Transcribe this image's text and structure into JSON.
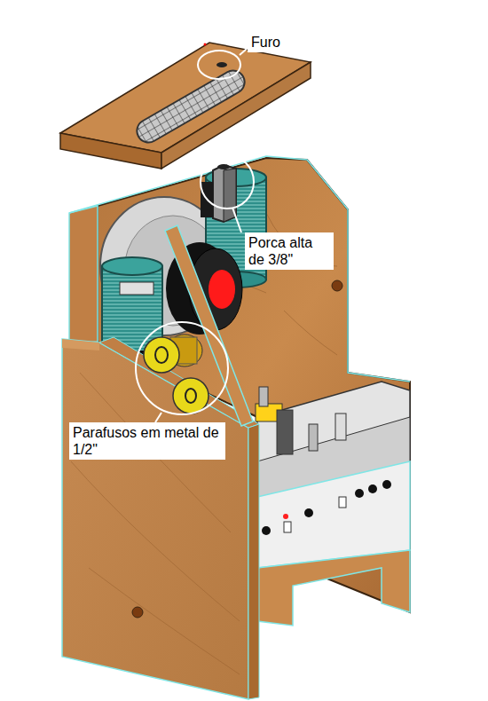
{
  "diagram": {
    "labels": [
      "Furo",
      "Porca alta de 3/8\"",
      "Parafusos em metal de 1/2\""
    ]
  }
}
